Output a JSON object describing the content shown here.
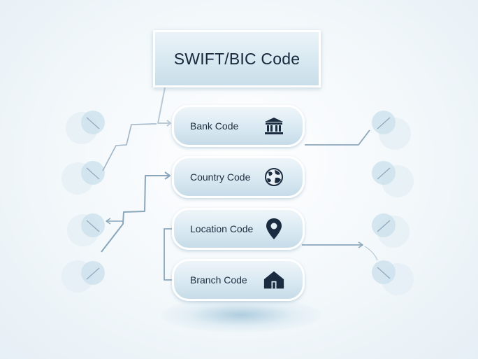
{
  "diagram": {
    "title": "SWIFT/BIC Code",
    "components": [
      {
        "label": "Bank Code",
        "icon": "bank-building-icon"
      },
      {
        "label": "Country Code",
        "icon": "globe-icon"
      },
      {
        "label": "Location Code",
        "icon": "map-pin-icon"
      },
      {
        "label": "Branch Code",
        "icon": "house-icon"
      }
    ],
    "colors": {
      "text": "#15273a",
      "icon": "#1b2c40",
      "node_fill": "#d9e9f2",
      "connector": "#7f9cb3",
      "bubble": "#cfe3ee"
    }
  }
}
